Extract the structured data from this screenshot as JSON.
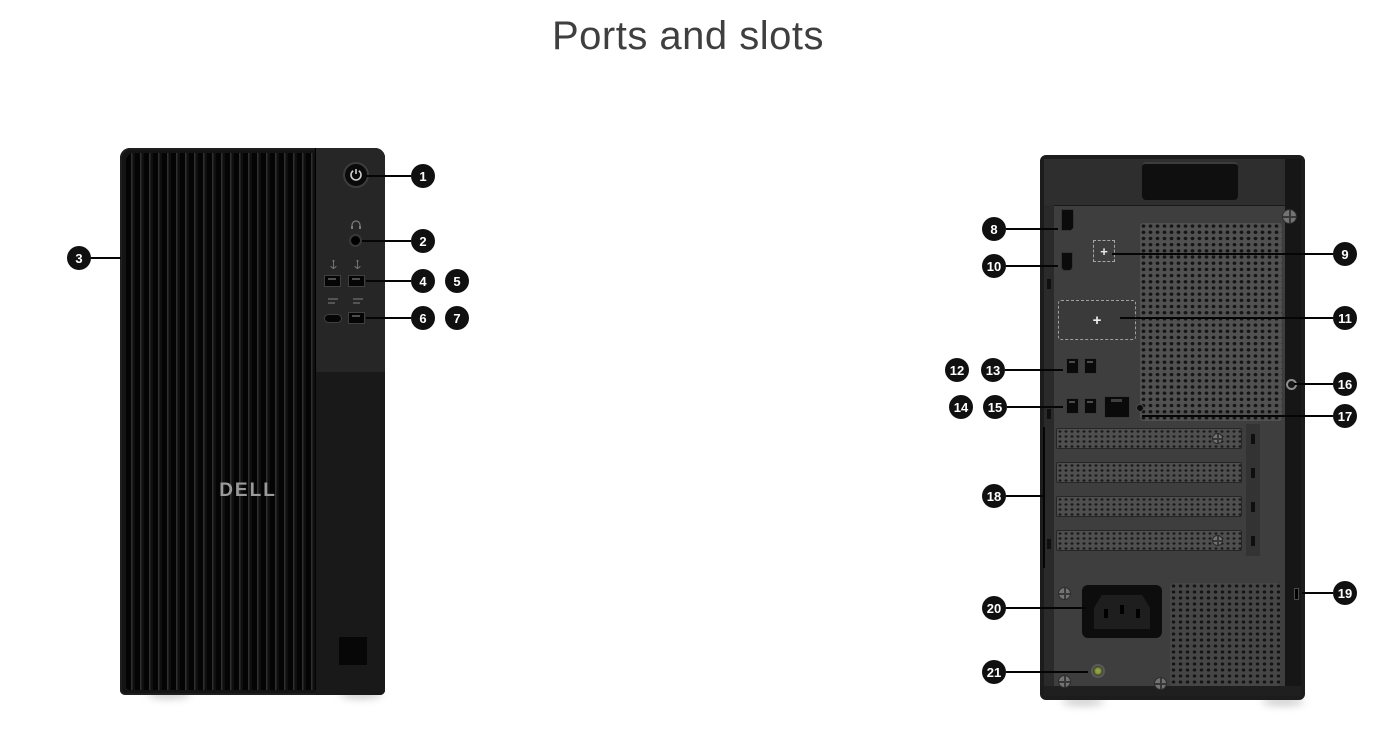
{
  "page": {
    "title": "Ports and slots"
  },
  "colors": {
    "badge_bg": "#101010",
    "badge_text": "#ffffff",
    "title_text": "#3f3f3f",
    "front_chassis": "#141414",
    "rear_panel": "#3e3e3e"
  },
  "front_view": {
    "brand": "DELL",
    "callouts": [
      {
        "n": "1",
        "target": "power-button"
      },
      {
        "n": "2",
        "target": "headset-jack"
      },
      {
        "n": "3",
        "target": "front-panel"
      },
      {
        "n": "4",
        "target": "usb-a-port"
      },
      {
        "n": "5",
        "target": "usb-a-port"
      },
      {
        "n": "6",
        "target": "usb-c-port"
      },
      {
        "n": "7",
        "target": "usb-a-port"
      }
    ]
  },
  "rear_view": {
    "optional_port_marker": "+",
    "optional_slot_marker": "+",
    "callouts": [
      {
        "n": "8",
        "target": "displayport"
      },
      {
        "n": "9",
        "target": "optional-port"
      },
      {
        "n": "10",
        "target": "hdmi-port"
      },
      {
        "n": "11",
        "target": "optional-slot"
      },
      {
        "n": "12",
        "target": "usb-port"
      },
      {
        "n": "13",
        "target": "usb-port"
      },
      {
        "n": "14",
        "target": "usb-port"
      },
      {
        "n": "15",
        "target": "usb-port"
      },
      {
        "n": "16",
        "target": "padlock-ring"
      },
      {
        "n": "17",
        "target": "ethernet-port"
      },
      {
        "n": "18",
        "target": "expansion-slots"
      },
      {
        "n": "19",
        "target": "security-cable-slot"
      },
      {
        "n": "20",
        "target": "power-connector"
      },
      {
        "n": "21",
        "target": "psu-diagnostic-light"
      }
    ]
  }
}
